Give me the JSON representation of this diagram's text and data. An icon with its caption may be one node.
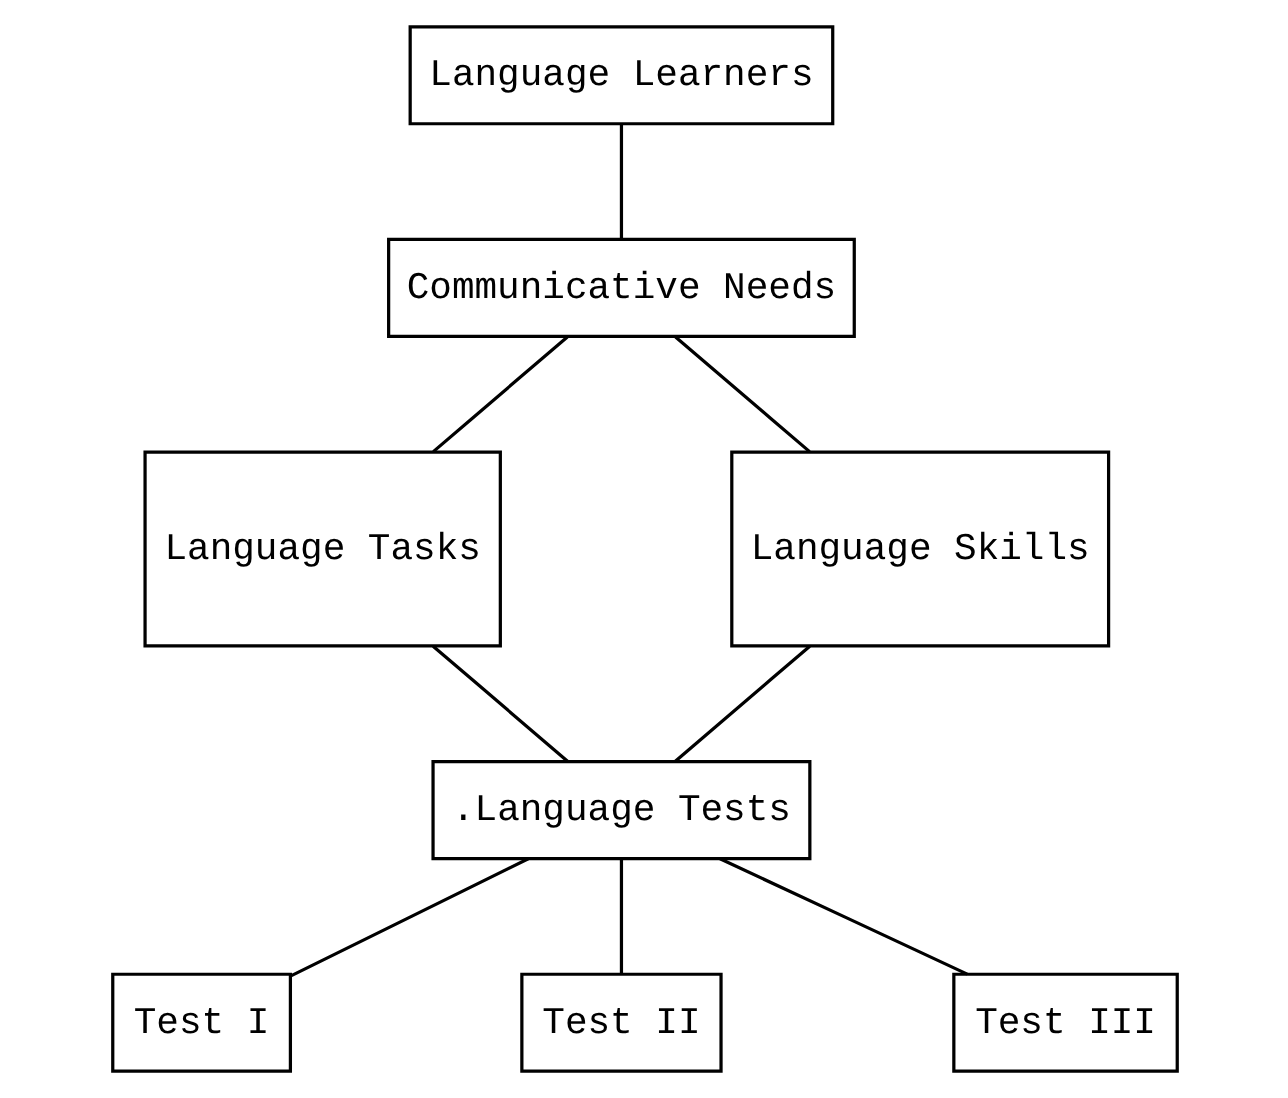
{
  "diagram": {
    "nodes": [
      {
        "text": [
          "Language Learners"
        ]
      },
      {
        "text": [
          "Communicative Needs"
        ]
      },
      {
        "text": [
          "Language Tasks"
        ]
      },
      {
        "text": [
          "Language Skills"
        ]
      },
      {
        "text": [
          ".Language Tests"
        ]
      },
      {
        "text": [
          "Test I"
        ]
      },
      {
        "text": [
          "Test II"
        ]
      },
      {
        "text": [
          "Test III"
        ]
      }
    ],
    "edges": [
      {
        "from": 0,
        "to": 1,
        "arrow": "none"
      },
      {
        "from": 1,
        "to": 2,
        "arrow": "none"
      },
      {
        "from": 1,
        "to": 3,
        "arrow": "none"
      },
      {
        "from": 2,
        "to": 4,
        "arrow": "none"
      },
      {
        "from": 3,
        "to": 4,
        "arrow": "none"
      },
      {
        "from": 4,
        "to": 5,
        "arrow": "none"
      },
      {
        "from": 4,
        "to": 6,
        "arrow": "none"
      },
      {
        "from": 4,
        "to": 7,
        "arrow": "none"
      }
    ]
  }
}
